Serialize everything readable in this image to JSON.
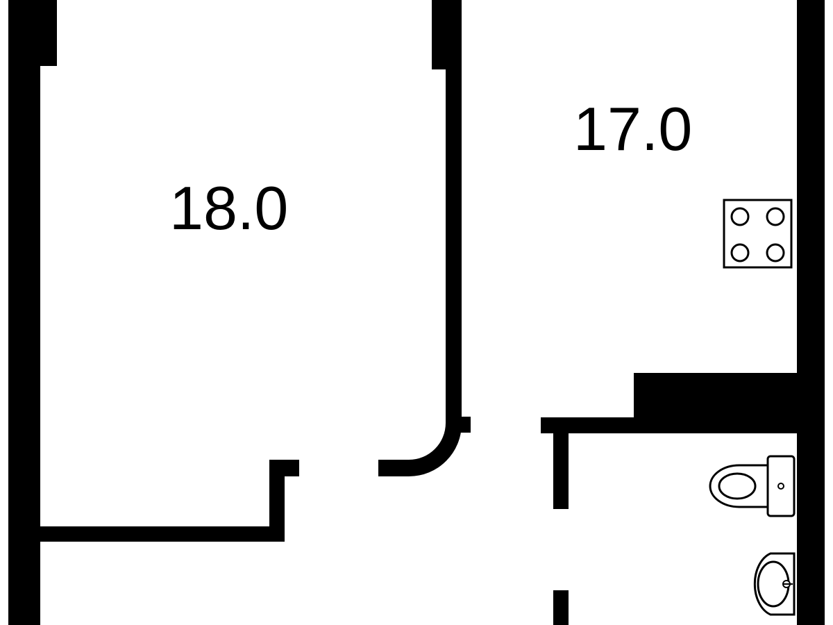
{
  "rooms": [
    {
      "id": "room-1",
      "area": "18.0"
    },
    {
      "id": "room-2",
      "area": "17.0"
    }
  ],
  "colors": {
    "wall": "#000000",
    "floor": "#ffffff"
  },
  "fixtures": [
    "stove-icon",
    "toilet-icon",
    "sink-icon"
  ]
}
